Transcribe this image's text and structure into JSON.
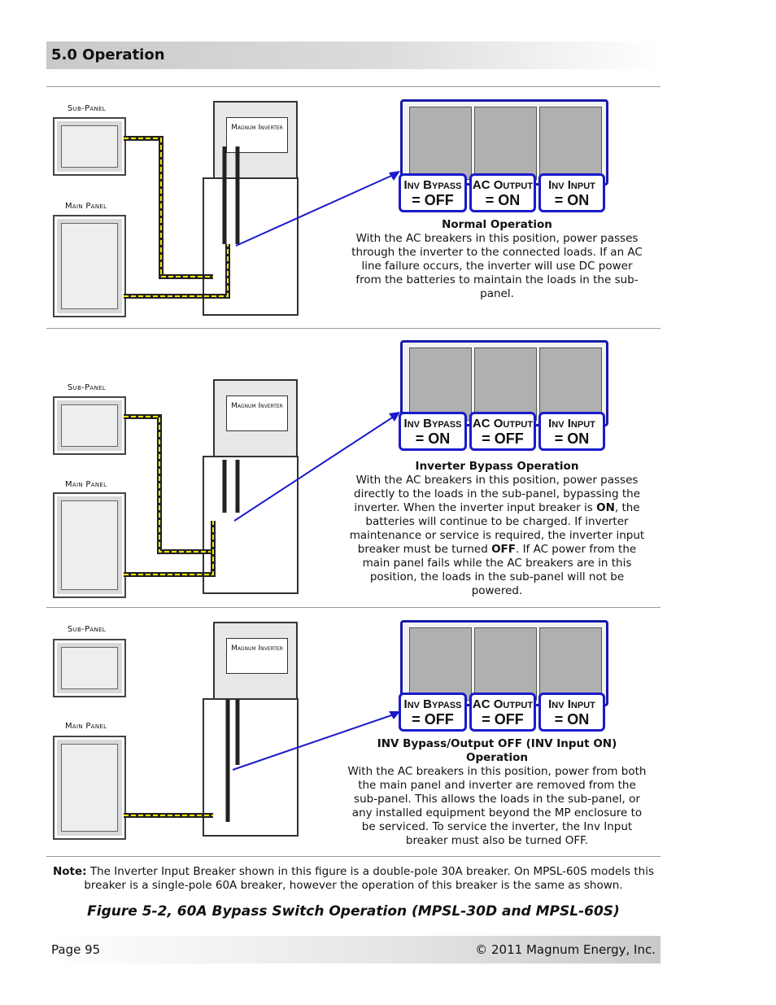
{
  "header": {
    "title": "5.0 Operation"
  },
  "labels": {
    "sub_panel": "Sub-Panel",
    "main_panel": "Main Panel",
    "magnum_inverter": "Magnum Inverter"
  },
  "diagrams": [
    {
      "switches": {
        "bypass_title": "Inv Bypass",
        "bypass_val": "= OFF",
        "output_title": "AC Output",
        "output_val": "= ON",
        "input_title": "Inv Input",
        "input_val": "= ON"
      },
      "caption_title": "Normal Operation",
      "caption_body": "With the AC breakers in this position, power passes through the inverter to the connected loads. If an AC line failure occurs, the inverter will use DC power from the batteries to maintain the loads in the sub-panel."
    },
    {
      "switches": {
        "bypass_title": "Inv Bypass",
        "bypass_val": "= ON",
        "output_title": "AC Output",
        "output_val": "= OFF",
        "input_title": "Inv Input",
        "input_val": "= ON"
      },
      "caption_title": "Inverter Bypass Operation",
      "caption_body_1": "With the AC breakers in this position, power passes directly to the loads in the sub-panel, bypassing the inverter. When the inverter input breaker is ",
      "caption_bold_1": "ON",
      "caption_body_2": ", the batteries will continue to be charged. If inverter maintenance or service is required, the inverter input breaker must be turned ",
      "caption_bold_2": "OFF",
      "caption_body_3": ". If AC power from the main panel fails while the AC breakers are in this position, the loads in the sub-panel will not be powered."
    },
    {
      "switches": {
        "bypass_title": "Inv Bypass",
        "bypass_val": "= OFF",
        "output_title": "AC Output",
        "output_val": "= OFF",
        "input_title": "Inv Input",
        "input_val": "= ON"
      },
      "caption_title": "INV Bypass/Output OFF (INV Input ON) Operation",
      "caption_body": "With the AC breakers in this position, power from both the main panel and inverter are removed from the sub-panel. This allows the loads in the sub-panel, or any installed equipment beyond the MP enclosure to be serviced. To service the inverter, the Inv Input breaker must also be turned OFF."
    }
  ],
  "note": {
    "label": "Note:",
    "text": " The Inverter Input Breaker shown in this figure is a double-pole 30A breaker. On MPSL-60S models this breaker is a single-pole 60A breaker, however the operation of this breaker is the same as shown."
  },
  "figure_caption": "Figure 5-2, 60A Bypass Switch Operation (MPSL-30D and MPSL-60S)",
  "footer": {
    "page": "Page 95",
    "copyright": "© 2011 Magnum Energy, Inc."
  },
  "colors": {
    "accent_blue": "#1a1acc",
    "wire_yellow": "#f5e600"
  }
}
